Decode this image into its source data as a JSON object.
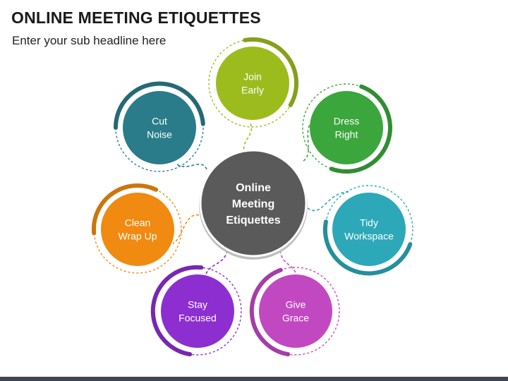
{
  "header": {
    "title": "ONLINE MEETING ETIQUETTES",
    "subtitle": "Enter your sub headline here"
  },
  "center": {
    "lines": [
      "Online",
      "Meeting",
      "Etiquettes"
    ],
    "color": "#5a5a5a"
  },
  "nodes": [
    {
      "id": "join-early",
      "lines": [
        "Join",
        "Early"
      ],
      "color": "#9cbc1e"
    },
    {
      "id": "dress-right",
      "lines": [
        "Dress",
        "Right"
      ],
      "color": "#3aa63c"
    },
    {
      "id": "tidy-workspace",
      "lines": [
        "Tidy",
        "Workspace"
      ],
      "color": "#2ca8b8"
    },
    {
      "id": "give-grace",
      "lines": [
        "Give",
        "Grace"
      ],
      "color": "#c248c2"
    },
    {
      "id": "stay-focused",
      "lines": [
        "Stay",
        "Focused"
      ],
      "color": "#8c2ed0"
    },
    {
      "id": "clean-wrap-up",
      "lines": [
        "Clean",
        "Wrap Up"
      ],
      "color": "#f08a10"
    },
    {
      "id": "cut-noise",
      "lines": [
        "Cut",
        "Noise"
      ],
      "color": "#2a7c8a"
    }
  ]
}
